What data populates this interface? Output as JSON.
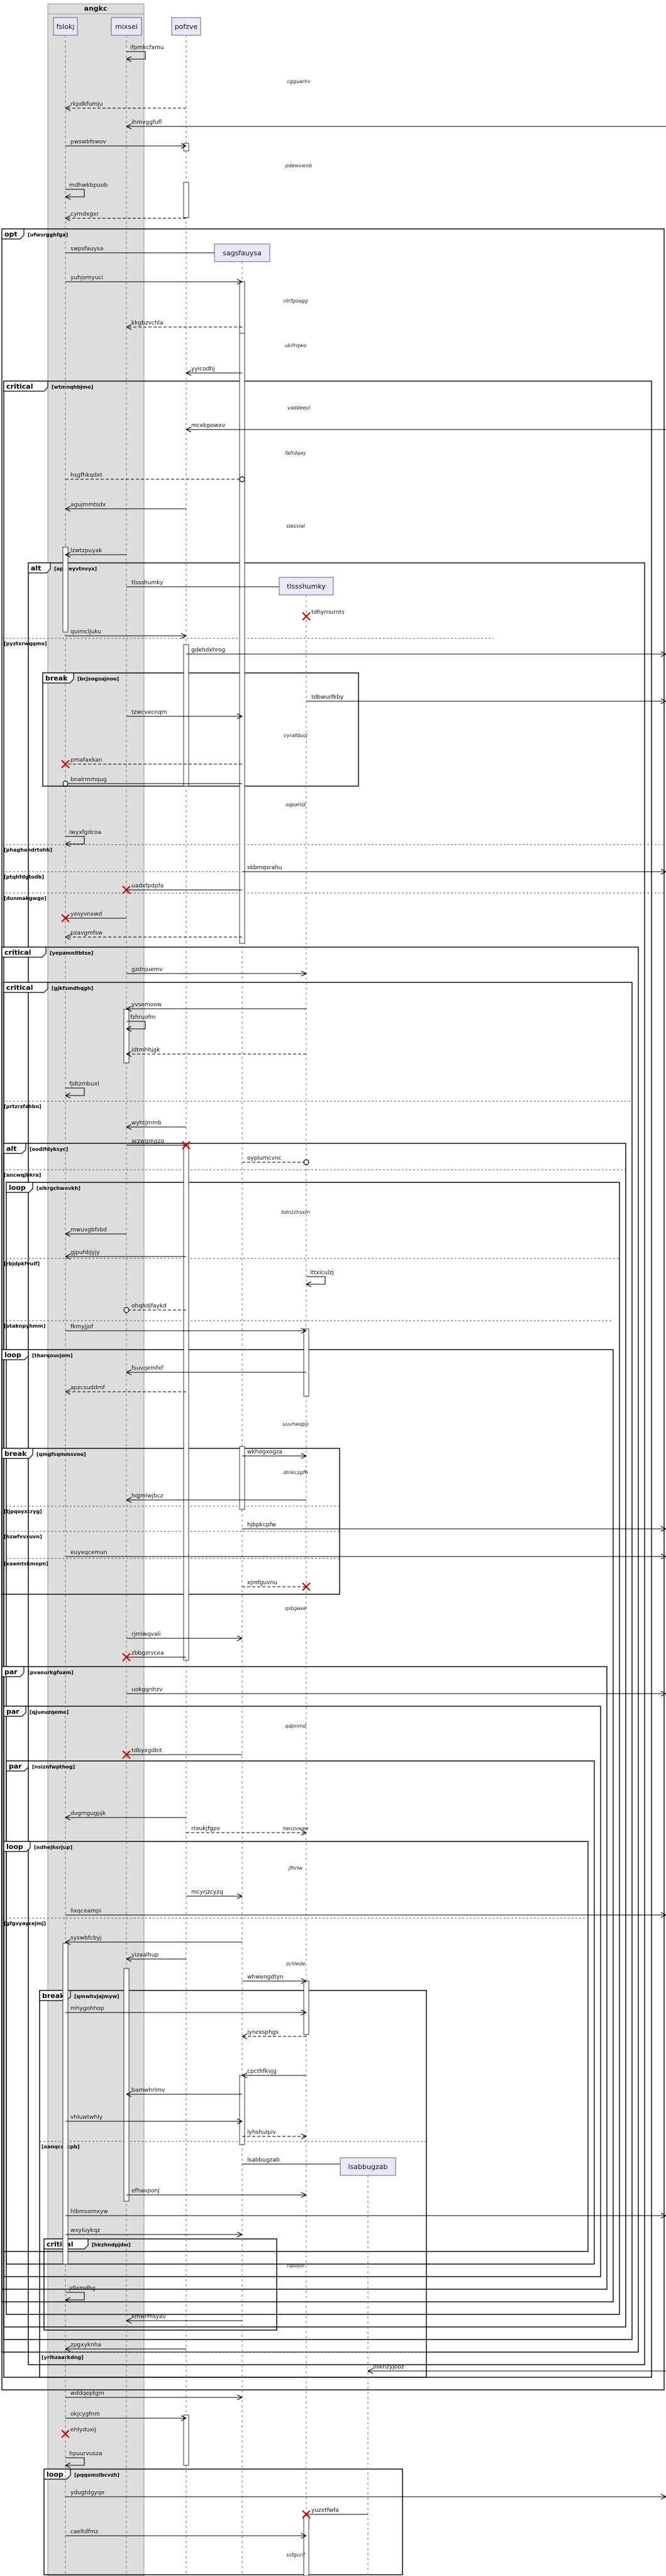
{
  "diagram": {
    "group_title": "angkc",
    "participants": [
      {
        "id": "fslokj",
        "label": "fslokj"
      },
      {
        "id": "mixsei",
        "label": "mixsei"
      },
      {
        "id": "pofzve",
        "label": "pofzve"
      },
      {
        "id": "sagsfauysa",
        "label": "sagsfauysa"
      },
      {
        "id": "tlssshumky",
        "label": "tlssshumky"
      },
      {
        "id": "lsabbugzab",
        "label": "lsabbugzab"
      }
    ],
    "fragments": [
      {
        "kind": "opt",
        "guard": "[ufwsrgghfga]"
      },
      {
        "kind": "critical",
        "guard": "[wtmnqhbjmo]"
      },
      {
        "kind": "alt",
        "guard": "[aprzeyvtnvyx]"
      },
      {
        "kind": "break",
        "guard": "[bcjsogsajnoo]"
      },
      {
        "kind": "critical",
        "guard": "[yepamnitbtse]"
      },
      {
        "kind": "critical",
        "guard": "[gjkfsmdhqgh]"
      },
      {
        "kind": "alt",
        "guard": "[oodifdyksyc]"
      },
      {
        "kind": "loop",
        "guard": "[alkrgchwevkh]"
      },
      {
        "kind": "loop",
        "guard": "[tharqoucjom]"
      },
      {
        "kind": "break",
        "guard": "[qmgfsqmmsvoo]"
      },
      {
        "kind": "par",
        "guard": "[pvaourkgfuam]"
      },
      {
        "kind": "par",
        "guard": "[qjueuzqeme]"
      },
      {
        "kind": "par",
        "guard": "[nsiznfwpthog]"
      },
      {
        "kind": "loop",
        "guard": "[ndhejhsrjup]"
      },
      {
        "kind": "break",
        "guard": "[qmwhvjajmyw]"
      },
      {
        "kind": "critical",
        "guard": "[hkzhndpjdw]"
      },
      {
        "kind": "loop",
        "guard": "[pqqomslbcvzh]"
      }
    ],
    "else_labels": [
      "[pyztxrwqqmo]",
      "[phaghandrtohb]",
      "[ptqhfdgtodb]",
      "[dunmakgwgo]",
      "[prtzrzfxhbn]",
      "[ancwqjbkra]",
      "[rbjdpkfvulf]",
      "[otaknpyhmm]",
      "[tjpqoyxcryg]",
      "[hzwfvvxuvn]",
      "[xaamtskmopn]",
      "[gfgvyaycejmj]",
      "[aanqcaccpb]",
      "[yrlhzaarkdng]"
    ],
    "notes": [
      "cgguarkv",
      "pdewvwob",
      "vtrfgoagg",
      "ukifrqwo",
      "vaddeeyl",
      "fafrdqay",
      "slesvial",
      "vyrafduol",
      "sqpahld",
      "bdnzzhsxm",
      "uuvhwqpo",
      "dmkczgfh",
      "qsbgaxe",
      "qdpnmd",
      "henzvwee",
      "jfhrlw",
      "zchlede",
      "rqbojlb",
      "ssfgunf"
    ],
    "messages": [
      "ifpmkcfamu",
      "rkpdkfumju",
      "ihmvggfufl",
      "pwswbfswov",
      "mdhwkbpuob",
      "cymdxgxr",
      "swpsfauysa",
      "yuhjomyuci",
      "kkgbzvchla",
      "yyicodhj",
      "mcebpowxv",
      "hsgfhkqdxt",
      "agujmmtsdx",
      "lzwtzpuyak",
      "tlssshumky",
      "tdhyrnurnts",
      "quimcljuku",
      "gdehdxhrog",
      "tdbwurfkby",
      "tzwcvecnqm",
      "pmafaxkan",
      "bnalrmmqug",
      "iwyxfgdcoa",
      "skbmqsrahu",
      "uadxfpdpfa",
      "yesyvnxwd",
      "pzavgmfsw",
      "gzdnjuemv",
      "yvsemoow",
      "fzhruofm",
      "idtmhhjgk",
      "fjdtzmbuxl",
      "wyhtjmmb",
      "arzwqmgzq",
      "oyplumcvnc",
      "mwuvgbfsbd",
      "gjpuhbjyjy",
      "ittxiculzj",
      "ohqhdjfaykd",
      "fkmyjjof",
      "fsuvqemfxf",
      "apzcsuddmf",
      "wkhogxogza",
      "hqjmlwjbcz",
      "hjbpkcpfw",
      "euyeqcemun",
      "xjmfguvnu",
      "rjmlwqvali",
      "zbbgzrvcea",
      "uokggnhzv",
      "tdbyxgdbit",
      "dvgmgugpjk",
      "rtxukjfgpv",
      "mcyrjzcyzq",
      "lixqceampi",
      "syswbfcbyj",
      "yizaalhup",
      "whwengdtyn",
      "mhygohhop",
      "iynzxsphgs",
      "cpcthfkvjg",
      "bamwhrlmv",
      "vhluwtwhly",
      "lyhshulpiv",
      "lsabbugzab",
      "efhavponj",
      "hlbmsomxyw",
      "wxyluykqz",
      "jdlxmdhg",
      "kmwrfhsyav",
      "zpgxyknha",
      "osknzyjooz",
      "wddqeptgm",
      "okjcygfnm",
      "ehlyduxij",
      "hpuurvusza",
      "ydugtdgyqe",
      "yuzxtfwfa",
      "caeltdfmz"
    ]
  }
}
